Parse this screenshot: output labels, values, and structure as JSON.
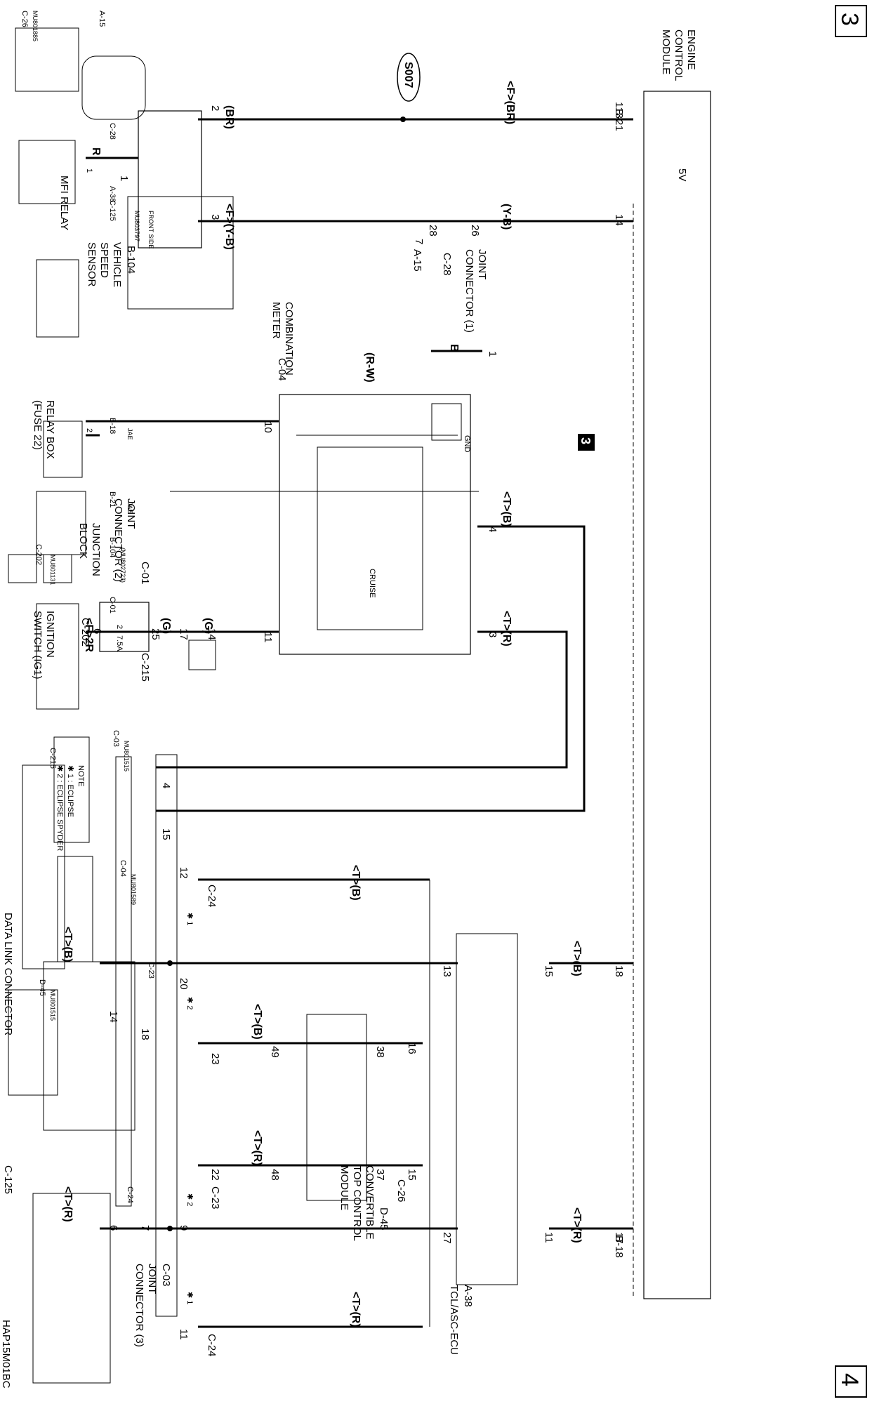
{
  "page": {
    "number_left": "3",
    "number_right": "4",
    "footer_code": "HAP15M01BC"
  },
  "notes": {
    "title": "NOTE",
    "n1": "✱ 1 : ECLIPSE",
    "n2": "✱ 2 : ECLIPSE SPYDER",
    "star1": "✱ 1",
    "star2": "✱ 2"
  },
  "components": {
    "mfi_relay": {
      "l1": "MFI RELAY",
      "pin": "1"
    },
    "relay_box": {
      "l1": "RELAY BOX",
      "l2": "(FUSE 22)",
      "pin": "2"
    },
    "ignition": {
      "l1": "IGNITION",
      "l2": "SWITCH (IG1)"
    },
    "junction_block": {
      "l1": "JUNCTION",
      "l2": "BLOCK",
      "fuse": "7.5A",
      "fuse_no": "2"
    },
    "jc2": {
      "l1": "JOINT",
      "l2": "CONNECTOR (2)",
      "conn": "C-01"
    },
    "vss": {
      "l1": "VEHICLE",
      "l2": "SPEED",
      "l3": "SENSOR",
      "conn": "B-104"
    },
    "s007": "S007",
    "jc1": {
      "l1": "JOINT",
      "l2": "CONNECTOR (1)",
      "conn": "C-28"
    },
    "a15": "A-15",
    "meter": {
      "l1": "COMBINATION",
      "l2": "METER",
      "conn": "C-04",
      "cruise": "CRUISE",
      "gnd": "GND"
    },
    "ecm": {
      "l1": "ENGINE",
      "l2": "CONTROL",
      "l3": "MODULE",
      "conn_b21": "B-21",
      "conn_b18": "B-18",
      "v5": "5V"
    },
    "dlc": {
      "l1": "DATA LINK CONNECTOR",
      "conn": "C-125"
    },
    "jc3": {
      "l1": "JOINT",
      "l2": "CONNECTOR (3)",
      "conn": "C-03"
    },
    "ctcm": {
      "l1": "CONVERTIBLE",
      "l2": "TOP CONTROL",
      "l3": "MODULE",
      "conn": "D-45"
    },
    "tcl": {
      "l1": "TCL/ASC-ECU",
      "conn": "A-38"
    },
    "c24": "C-24",
    "c23": "C-23",
    "c26": "C-26",
    "c202": "C-202",
    "c215": "C-215",
    "ground_ref": "3"
  },
  "wires": {
    "r": "R",
    "br": "(BR)",
    "f_br": "<F>(BR)",
    "y_b": "(Y-B)",
    "f_y_b": "<F>(Y-B)",
    "r_w": "(R-W)",
    "f_2r": "<F>2R",
    "g": "(G)",
    "b": "B",
    "t_b": "<T>(B)",
    "t_r": "<T>(R)"
  },
  "pins": {
    "p1": "1",
    "p2": "2",
    "p3": "3",
    "p4": "4",
    "p6": "6",
    "p7": "7",
    "p9": "9",
    "p10": "10",
    "p11": "11",
    "p12": "12",
    "p13": "13",
    "p14": "14",
    "p15": "15",
    "p16": "16",
    "p17": "17",
    "p18": "18",
    "p20": "20",
    "p22": "22",
    "p23": "23",
    "p25": "25",
    "p26": "26",
    "p27": "27",
    "p28": "28",
    "p37": "37",
    "p38": "38",
    "p48": "48",
    "p49": "49",
    "p113": "113"
  },
  "connector_views": {
    "a15": {
      "label": "A-15"
    },
    "c26": {
      "label": "C-26",
      "code": "MU801885"
    },
    "c28": {
      "label": "C-28"
    },
    "a38": {
      "label": "A-38"
    },
    "c125": {
      "label": "C-125",
      "code": "MU803797",
      "side": "FRONT SIDE"
    },
    "b18": {
      "label": "B-18",
      "maker": "JAE"
    },
    "b21": {
      "label": "B-21",
      "maker": "JAE"
    },
    "b104": {
      "label": "B-104",
      "code": "(MU802723)"
    },
    "c202": {
      "label": "C-202",
      "code": "MU801131"
    },
    "c01": {
      "label": "C-01"
    },
    "c03": {
      "label": "C-03",
      "code": "MU801515"
    },
    "c04": {
      "label": "C-04",
      "code": "MU801589"
    },
    "c215": {
      "label": "C-215"
    },
    "c23": {
      "label": "C-23"
    },
    "d45": {
      "label": "D-45",
      "code": "MU801515"
    },
    "c24": {
      "label": "C-24"
    }
  }
}
